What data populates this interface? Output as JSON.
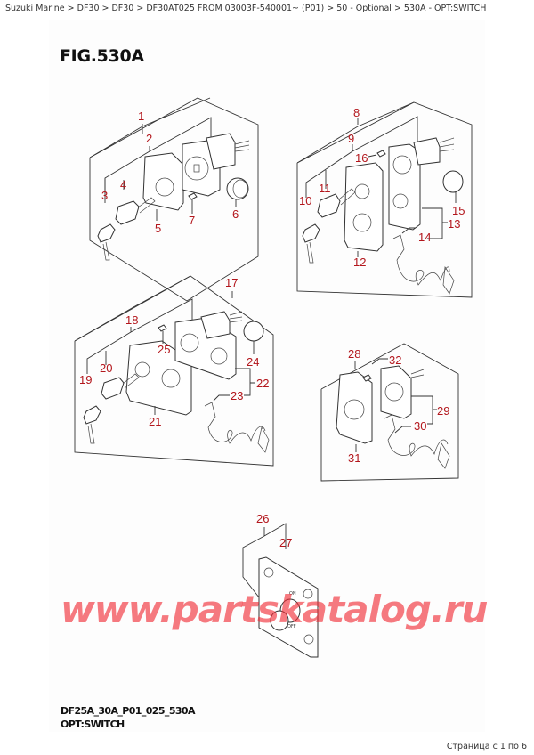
{
  "breadcrumb": [
    {
      "label": "Suzuki Marine"
    },
    {
      "label": "DF30"
    },
    {
      "label": "DF30"
    },
    {
      "label": "DF30AT025 FROM 03003F-540001~ (P01)"
    },
    {
      "label": "50 - Optional"
    },
    {
      "label": "530A - OPT:SWITCH"
    }
  ],
  "breadcrumb_separator": ">",
  "figure": {
    "title": "FIG.530A",
    "code": "DF25A_30A_P01_025_530A",
    "subtitle": "OPT:SWITCH",
    "callout_color": "#b3161c",
    "callouts": [
      "1",
      "2",
      "3",
      "4",
      "5",
      "6",
      "7",
      "8",
      "9",
      "10",
      "11",
      "12",
      "13",
      "14",
      "15",
      "16",
      "17",
      "18",
      "19",
      "20",
      "21",
      "22",
      "23",
      "24",
      "25",
      "26",
      "27",
      "28",
      "29",
      "30",
      "31",
      "32"
    ],
    "assemblies": [
      {
        "name": "single-key-switch-panel",
        "callouts": [
          "1",
          "2",
          "3",
          "4",
          "5",
          "6",
          "7"
        ]
      },
      {
        "name": "vertical-key-stop-switch-panel",
        "callouts": [
          "8",
          "9",
          "10",
          "11",
          "12",
          "13",
          "14",
          "15",
          "16"
        ]
      },
      {
        "name": "horizontal-key-stop-switch-panel",
        "callouts": [
          "17",
          "18",
          "19",
          "20",
          "21",
          "22",
          "23",
          "24",
          "25"
        ]
      },
      {
        "name": "stop-switch-panel",
        "callouts": [
          "28",
          "29",
          "30",
          "31",
          "32"
        ]
      },
      {
        "name": "on-off-switch-plate",
        "callouts": [
          "26",
          "27"
        ]
      }
    ],
    "plate_labels": {
      "on": "ON",
      "off": "OFF"
    }
  },
  "watermark": "www.partskatalog.ru",
  "pager": "Страница с 1 по 6"
}
